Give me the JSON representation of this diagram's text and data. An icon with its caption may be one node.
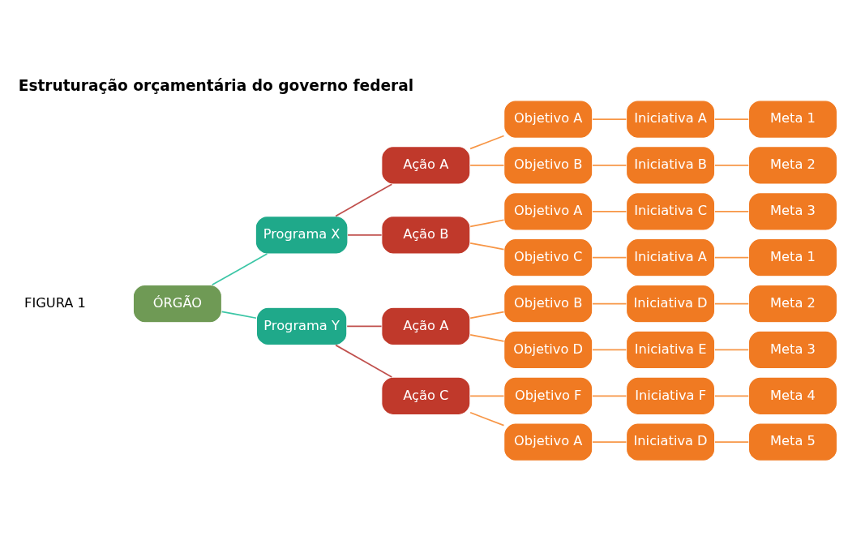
{
  "diagram": {
    "title": "Estruturação orçamentária do governo federal",
    "nodes": [
      {
        "text": [
          "ÓRGÃO"
        ]
      },
      {
        "text": [
          "Programa X"
        ]
      },
      {
        "text": [
          "Programa Y"
        ]
      },
      {
        "text": [
          "Ação A"
        ]
      },
      {
        "text": [
          "Ação B"
        ]
      },
      {
        "text": [
          "Ação A"
        ]
      },
      {
        "text": [
          "Ação C"
        ]
      },
      {
        "text": [
          "Objetivo A"
        ]
      },
      {
        "text": [
          "Objetivo B"
        ]
      },
      {
        "text": [
          "Objetivo A"
        ]
      },
      {
        "text": [
          "Objetivo C"
        ]
      },
      {
        "text": [
          "Objetivo B"
        ]
      },
      {
        "text": [
          "Objetivo D"
        ]
      },
      {
        "text": [
          "Objetivo F"
        ]
      },
      {
        "text": [
          "Objetivo A"
        ]
      },
      {
        "text": [
          "Iniciativa A"
        ]
      },
      {
        "text": [
          "Iniciativa B"
        ]
      },
      {
        "text": [
          "Iniciativa C"
        ]
      },
      {
        "text": [
          "Iniciativa A"
        ]
      },
      {
        "text": [
          "Iniciativa D"
        ]
      },
      {
        "text": [
          "Iniciativa E"
        ]
      },
      {
        "text": [
          "Iniciativa F"
        ]
      },
      {
        "text": [
          "Iniciativa D"
        ]
      },
      {
        "text": [
          "Meta 1"
        ]
      },
      {
        "text": [
          "Meta 2"
        ]
      },
      {
        "text": [
          "Meta 3"
        ]
      },
      {
        "text": [
          "Meta 1"
        ]
      },
      {
        "text": [
          "Meta 2"
        ]
      },
      {
        "text": [
          "Meta 3"
        ]
      },
      {
        "text": [
          "Meta 4"
        ]
      },
      {
        "text": [
          "Meta 5"
        ]
      }
    ],
    "edges": [
      {
        "from": 0,
        "to": 1,
        "arrow": "none",
        "color": "#3cc6a6"
      },
      {
        "from": 0,
        "to": 2,
        "arrow": "none",
        "color": "#3cc6a6"
      },
      {
        "from": 1,
        "to": 3,
        "arrow": "none",
        "color": "#c0504d"
      },
      {
        "from": 1,
        "to": 4,
        "arrow": "none",
        "color": "#c0504d"
      },
      {
        "from": 2,
        "to": 5,
        "arrow": "none",
        "color": "#c0504d"
      },
      {
        "from": 2,
        "to": 6,
        "arrow": "none",
        "color": "#c0504d"
      },
      {
        "from": 3,
        "to": 7,
        "arrow": "none"
      },
      {
        "from": 3,
        "to": 8,
        "arrow": "none"
      },
      {
        "from": 4,
        "to": 9,
        "arrow": "none"
      },
      {
        "from": 4,
        "to": 10,
        "arrow": "none"
      },
      {
        "from": 5,
        "to": 11,
        "arrow": "none"
      },
      {
        "from": 5,
        "to": 12,
        "arrow": "none"
      },
      {
        "from": 6,
        "to": 13,
        "arrow": "none"
      },
      {
        "from": 6,
        "to": 14,
        "arrow": "none"
      },
      {
        "from": 7,
        "to": 15,
        "arrow": "none"
      },
      {
        "from": 8,
        "to": 16,
        "arrow": "none"
      },
      {
        "from": 9,
        "to": 17,
        "arrow": "none"
      },
      {
        "from": 10,
        "to": 18,
        "arrow": "none"
      },
      {
        "from": 11,
        "to": 19,
        "arrow": "none"
      },
      {
        "from": 12,
        "to": 20,
        "arrow": "none"
      },
      {
        "from": 13,
        "to": 21,
        "arrow": "none"
      },
      {
        "from": 14,
        "to": 22,
        "arrow": "none"
      },
      {
        "from": 15,
        "to": 23,
        "arrow": "none"
      },
      {
        "from": 16,
        "to": 24,
        "arrow": "none"
      },
      {
        "from": 17,
        "to": 25,
        "arrow": "none"
      },
      {
        "from": 18,
        "to": 26,
        "arrow": "none"
      },
      {
        "from": 19,
        "to": 27,
        "arrow": "none"
      },
      {
        "from": 20,
        "to": 28,
        "arrow": "none"
      },
      {
        "from": 21,
        "to": 29,
        "arrow": "none"
      },
      {
        "from": 22,
        "to": 30,
        "arrow": "none"
      }
    ],
    "labels": [
      "FIGURA 1"
    ]
  }
}
